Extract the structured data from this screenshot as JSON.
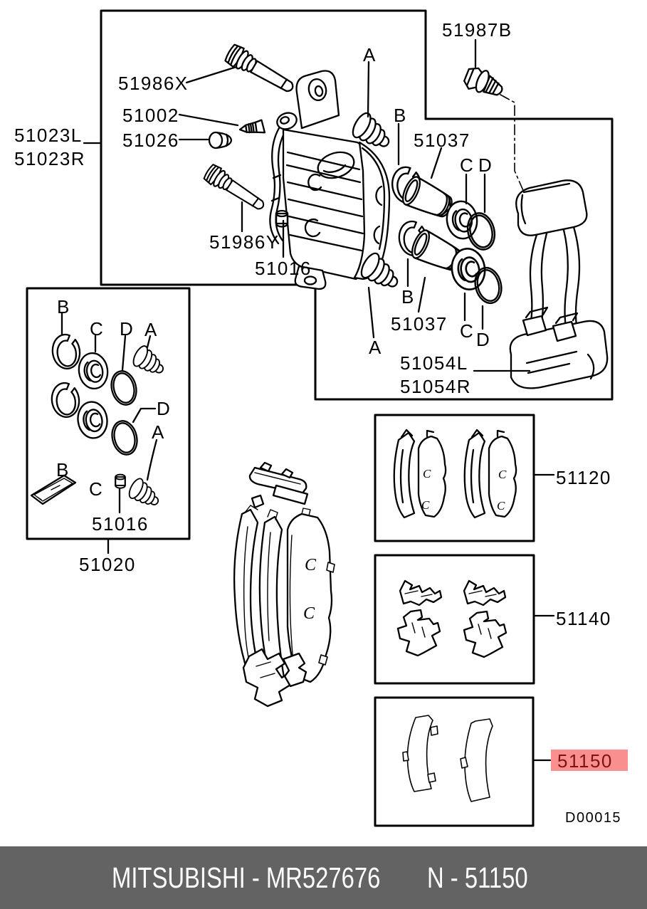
{
  "diagram": {
    "drawing_code": "D00015",
    "pad_mark": "C",
    "highlight": {
      "bg_color": "#f98f8f",
      "text_color": "#7d1414"
    },
    "footer": {
      "brand_model": "MITSUBISHI - MR527676",
      "part_ref": "N - 51150",
      "bg_color": "#636363",
      "text_color": "#ffffff"
    },
    "parts": {
      "caliper_assy_left": "51023L",
      "caliper_assy_right": "51023R",
      "guide_pin_upper": "51986X",
      "bleeder_screw": "51002",
      "bleeder_cap": "51026",
      "guide_pin_lower": "51986Y",
      "bushing_upper": "51016",
      "lock_bolt": "51987B",
      "piston_upper": "51037",
      "piston_lower": "51037",
      "carrier_left": "51054L",
      "carrier_right": "51054R",
      "seal_kit_bushing": "51016",
      "seal_kit": "51020",
      "pad_set": "51120",
      "hardware_kit": "51140",
      "shim_kit": "51150"
    },
    "callouts": {
      "a_top": "A",
      "b_upper": "B",
      "c_upper": "C",
      "d_upper": "D",
      "b_lower": "B",
      "c_lower": "C",
      "d_lower": "D",
      "a_lower": "A",
      "kit_b1": "B",
      "kit_c1": "C",
      "kit_d1": "D",
      "kit_a1": "A",
      "kit_d2": "D",
      "kit_a2": "A",
      "kit_b2": "B",
      "kit_c2": "C"
    }
  }
}
